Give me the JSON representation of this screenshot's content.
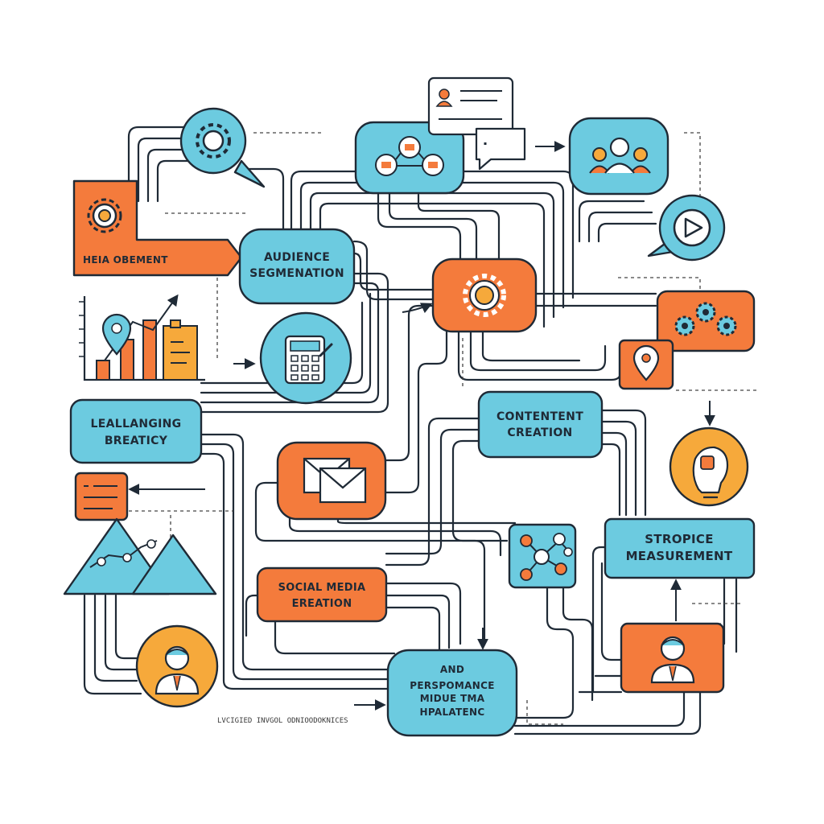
{
  "colors": {
    "blue": "#6ccbe0",
    "orange": "#f47b3c",
    "yellow": "#f6a93b",
    "ink": "#1f2a36",
    "paper": "#ffffff"
  },
  "nodes": {
    "management": {
      "label": "HEIA OBEMENT",
      "icon": "gear-icon"
    },
    "audience_segmentation": {
      "line1": "AUDIENCE",
      "line2": "SEGMENATION"
    },
    "leallanging": {
      "line1": "LEALLANGING",
      "line2": "BREATICY"
    },
    "content_creation": {
      "line1": "CONTENTENT",
      "line2": "CREATION"
    },
    "social_media": {
      "line1": "SOCIAL MEDIA",
      "line2": "EREATION"
    },
    "strategic_measurement": {
      "line1": "STROPICE",
      "line2": "MEASUREMENT"
    },
    "performance": {
      "line1": "AND",
      "line2": "PERSPOMANCE",
      "line3": "MIDUE TMA",
      "line4": "HPALATENC"
    }
  },
  "icons": [
    "gear-speech-bubble-icon",
    "team-network-icon",
    "profile-card-icon",
    "chat-bubble-icon",
    "people-group-icon",
    "play-speech-bubble-icon",
    "growth-chart-icon",
    "calculator-icon",
    "central-gear-icon",
    "gears-icon",
    "location-pin-icon",
    "lightbulb-icon",
    "email-icon",
    "message-card-icon",
    "mountains-icon",
    "network-icon",
    "person-avatar-icon",
    "businessman-icon"
  ],
  "caption": "LVCIGIED INVGOL ODNIOODOKNICES"
}
